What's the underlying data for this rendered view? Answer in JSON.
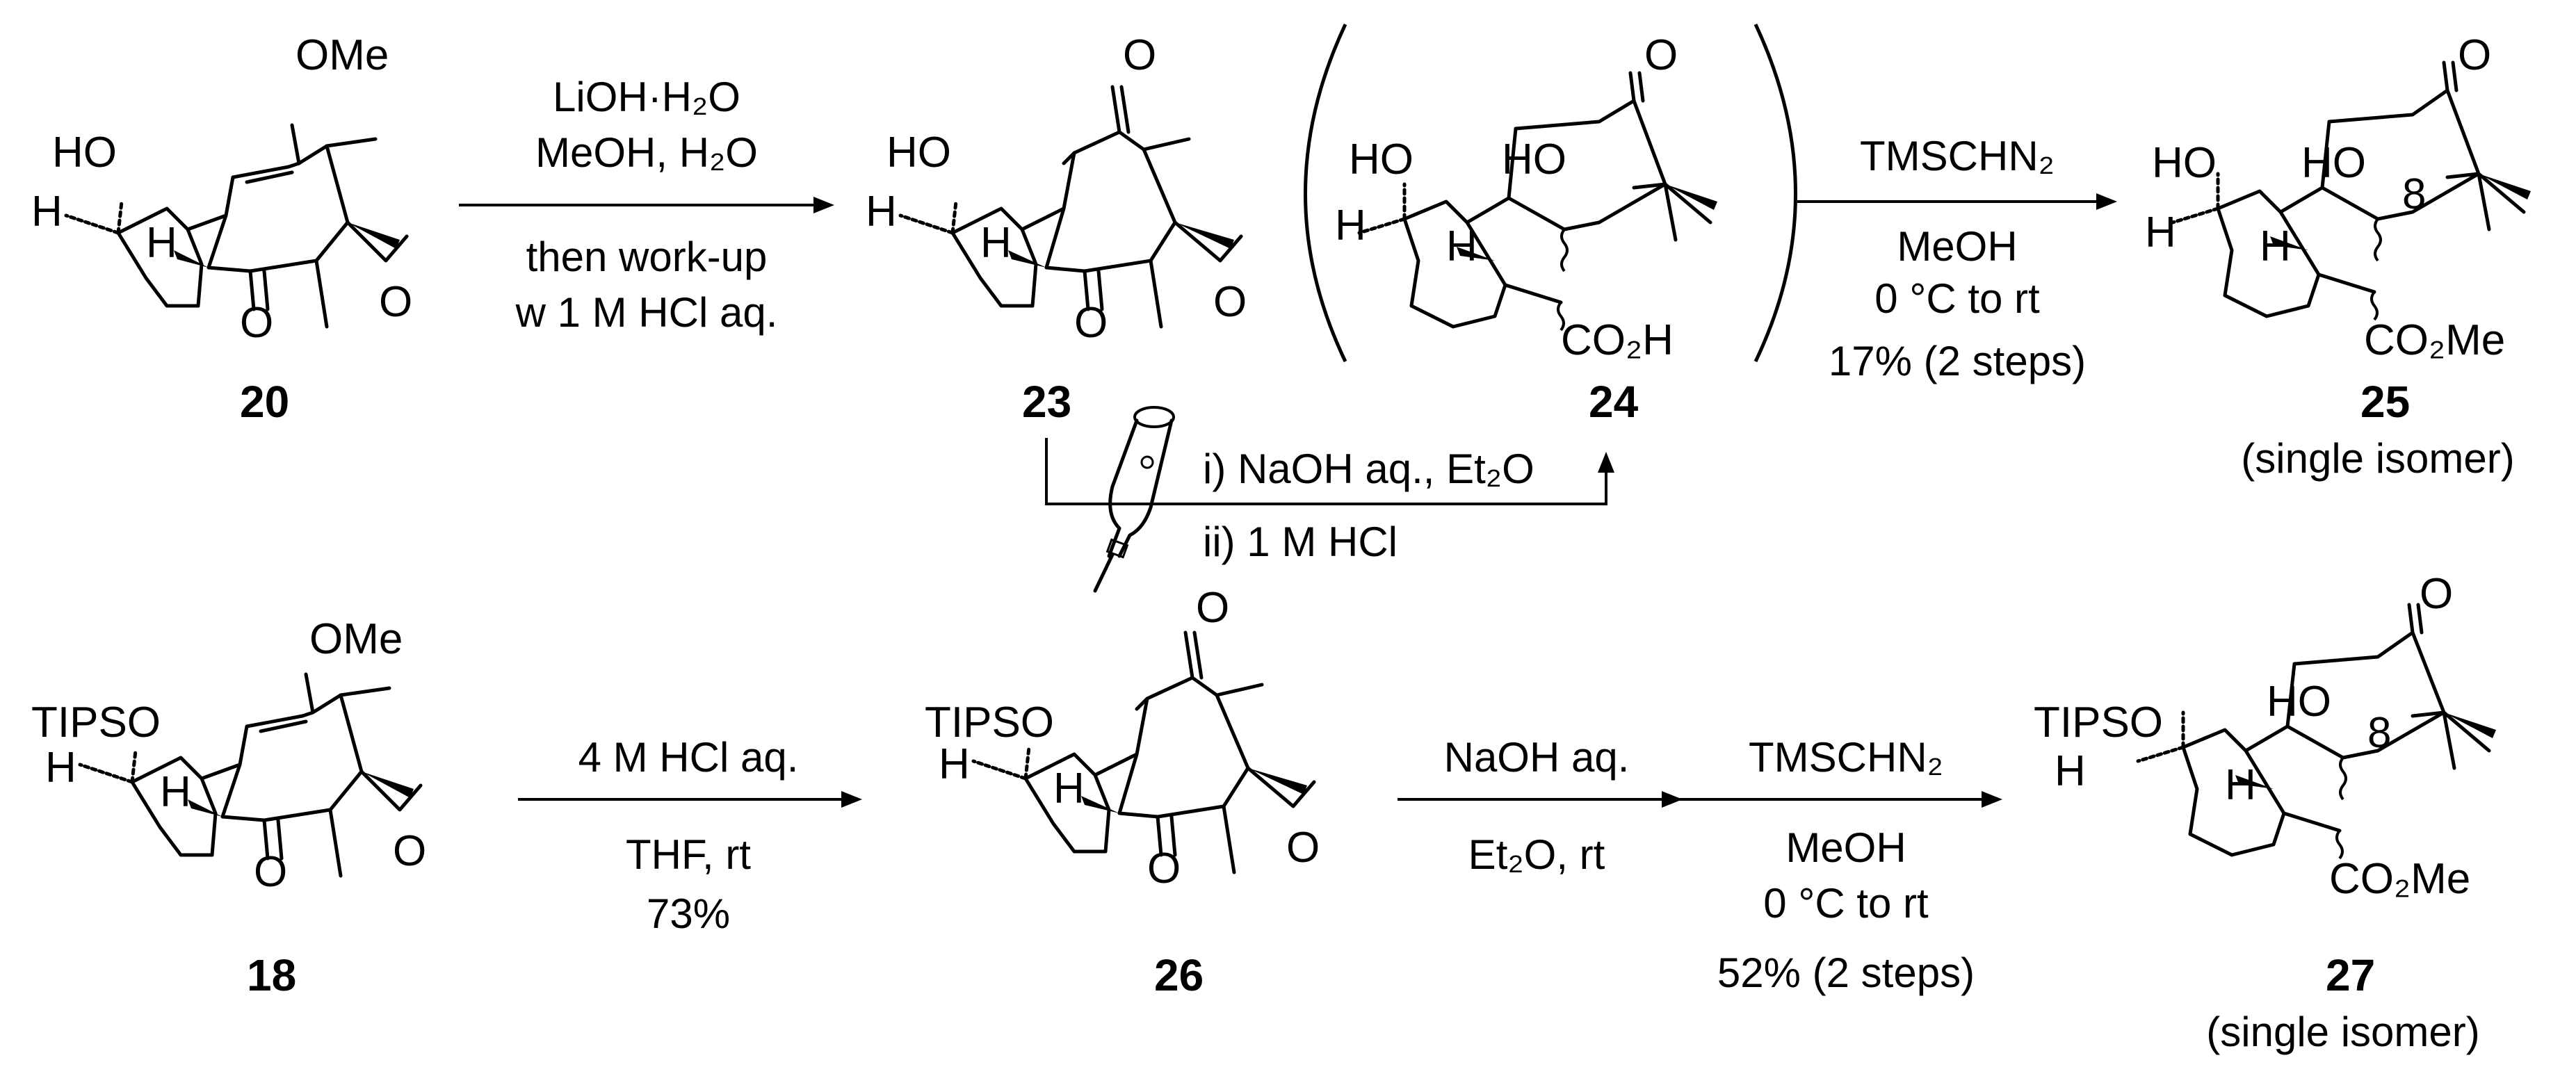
{
  "compounds": {
    "c20": {
      "number": "20",
      "labels": {
        "ome": "OMe",
        "ho": "HO",
        "h_ring": "H",
        "h_junc": "H",
        "o1": "O",
        "o2": "O"
      }
    },
    "c23": {
      "number": "23",
      "labels": {
        "o_top": "O",
        "ho": "HO",
        "h_ring": "H",
        "h_junc": "H",
        "o1": "O",
        "o2": "O"
      }
    },
    "c24": {
      "number": "24",
      "labels": {
        "o_top": "O",
        "ho": "HO",
        "ho2": "HO",
        "h_ring": "H",
        "h_junc": "H",
        "co2h": "CO₂H"
      }
    },
    "c25": {
      "number": "25",
      "note": "(single isomer)",
      "labels": {
        "o_top": "O",
        "ho": "HO",
        "ho2": "HO",
        "c8": "8",
        "h_ring": "H",
        "h_junc": "H",
        "co2me": "CO₂Me"
      }
    },
    "c18": {
      "number": "18",
      "labels": {
        "ome": "OMe",
        "tipso": "TIPSO",
        "h_ring": "H",
        "h_junc": "H",
        "o1": "O",
        "o2": "O"
      }
    },
    "c26": {
      "number": "26",
      "labels": {
        "o_top": "O",
        "tipso": "TIPSO",
        "h_ring": "H",
        "h_junc": "H",
        "o1": "O",
        "o2": "O"
      }
    },
    "c27": {
      "number": "27",
      "note": "(single isomer)",
      "labels": {
        "o_top": "O",
        "tipso": "TIPSO",
        "ho2": "HO",
        "c8": "8",
        "h_ring": "H",
        "h_junc": "H",
        "co2me": "CO₂Me"
      }
    }
  },
  "reactions": {
    "r1": {
      "above": [
        "LiOH·H₂O",
        "MeOH, H₂O"
      ],
      "below": [
        "then work-up",
        "w 1 M HCl aq."
      ]
    },
    "r2": {
      "above": [
        "TMSCHN₂"
      ],
      "below": [
        "MeOH",
        "0 °C to rt",
        "17% (2 steps)"
      ]
    },
    "r3": {
      "above": [
        "i) NaOH aq., Et₂O"
      ],
      "below": [
        "ii) 1 M HCl"
      ]
    },
    "r4": {
      "above": [
        "4 M HCl aq."
      ],
      "below": [
        "THF, rt",
        "73%"
      ]
    },
    "r5": {
      "above": [
        "NaOH aq."
      ],
      "below": [
        "Et₂O, rt"
      ]
    },
    "r6": {
      "above": [
        "TMSCHN₂"
      ],
      "below": [
        "MeOH",
        "0 °C to rt",
        "52% (2 steps)"
      ]
    }
  },
  "icons": {
    "extraction": "separatory-funnel-icon"
  }
}
